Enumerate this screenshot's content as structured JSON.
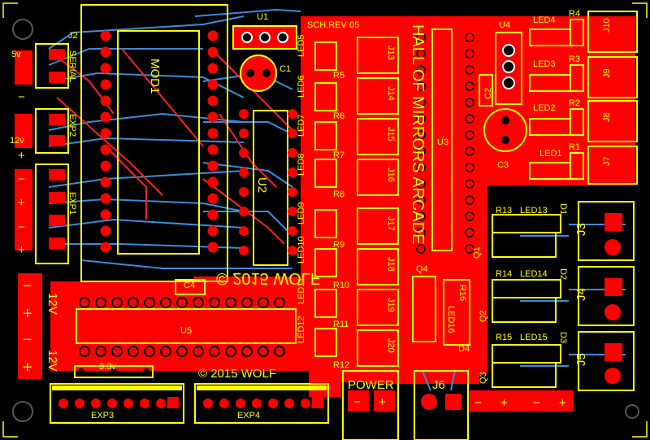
{
  "board": {
    "headline": "HALL OF MIRRORS ARCADE",
    "schematic_rev": "SCH.REV 05",
    "copyright": "© 2015 WOLF",
    "mirrored_copyright": "© 2015 WOLF",
    "power_label": "POWER",
    "voltage_top": "5v",
    "voltage_mid": "12v",
    "voltage_low_1": "12V",
    "voltage_low_2": "12V",
    "voltage_33": "3.3v"
  },
  "connectors": {
    "j2": "J2",
    "serial": "SERIAL",
    "exp2": "EXP2",
    "exp1": "EXP1",
    "exp3": "EXP3",
    "exp4": "EXP4",
    "j3": "J3",
    "j4": "J4",
    "j5": "J5",
    "j6": "J6",
    "j7": "J7",
    "j8": "J8",
    "j9": "J9",
    "j10": "J10",
    "j13": "J13",
    "j14": "J14",
    "j15": "J15",
    "j16": "J16",
    "j17": "J17",
    "j18": "J18",
    "j19": "J19",
    "j20": "J20"
  },
  "components": {
    "mod1": "MOD1",
    "u1": "U1",
    "u2": "U2",
    "u3": "U3",
    "u4": "U4",
    "u5": "U5",
    "c1": "C1",
    "c2": "C2",
    "c3": "C3",
    "c4": "C4",
    "q1": "Q1",
    "q2": "Q2",
    "q3": "Q3",
    "q4": "Q4",
    "d1": "D1",
    "d2": "D2",
    "d3": "D3",
    "d4": "D4",
    "r1": "R1",
    "r2": "R2",
    "r3": "R3",
    "r4": "R4",
    "r5": "R5",
    "r6": "R6",
    "r7": "R7",
    "r8": "R8",
    "r9": "R9",
    "r10": "R10",
    "r11": "R11",
    "r12": "R12",
    "r13": "R13",
    "r14": "R14",
    "r15": "R15",
    "r16": "R16",
    "led1": "LED1",
    "led2": "LED2",
    "led3": "LED3",
    "led4": "LED4",
    "led5": "LED5",
    "led6": "LED6",
    "led7": "LED7",
    "led8": "LED8",
    "led9": "LED9",
    "led10": "LED10",
    "led11": "LED11",
    "led12": "LED12",
    "led13": "LED13",
    "led14": "LED14",
    "led15": "LED15",
    "led16": "LED16"
  },
  "colors": {
    "background": "#000000",
    "copper": "#ff0000",
    "silkscreen": "#ffff00",
    "bottom_trace": "#3b8ad9",
    "via": "#ffffff"
  }
}
